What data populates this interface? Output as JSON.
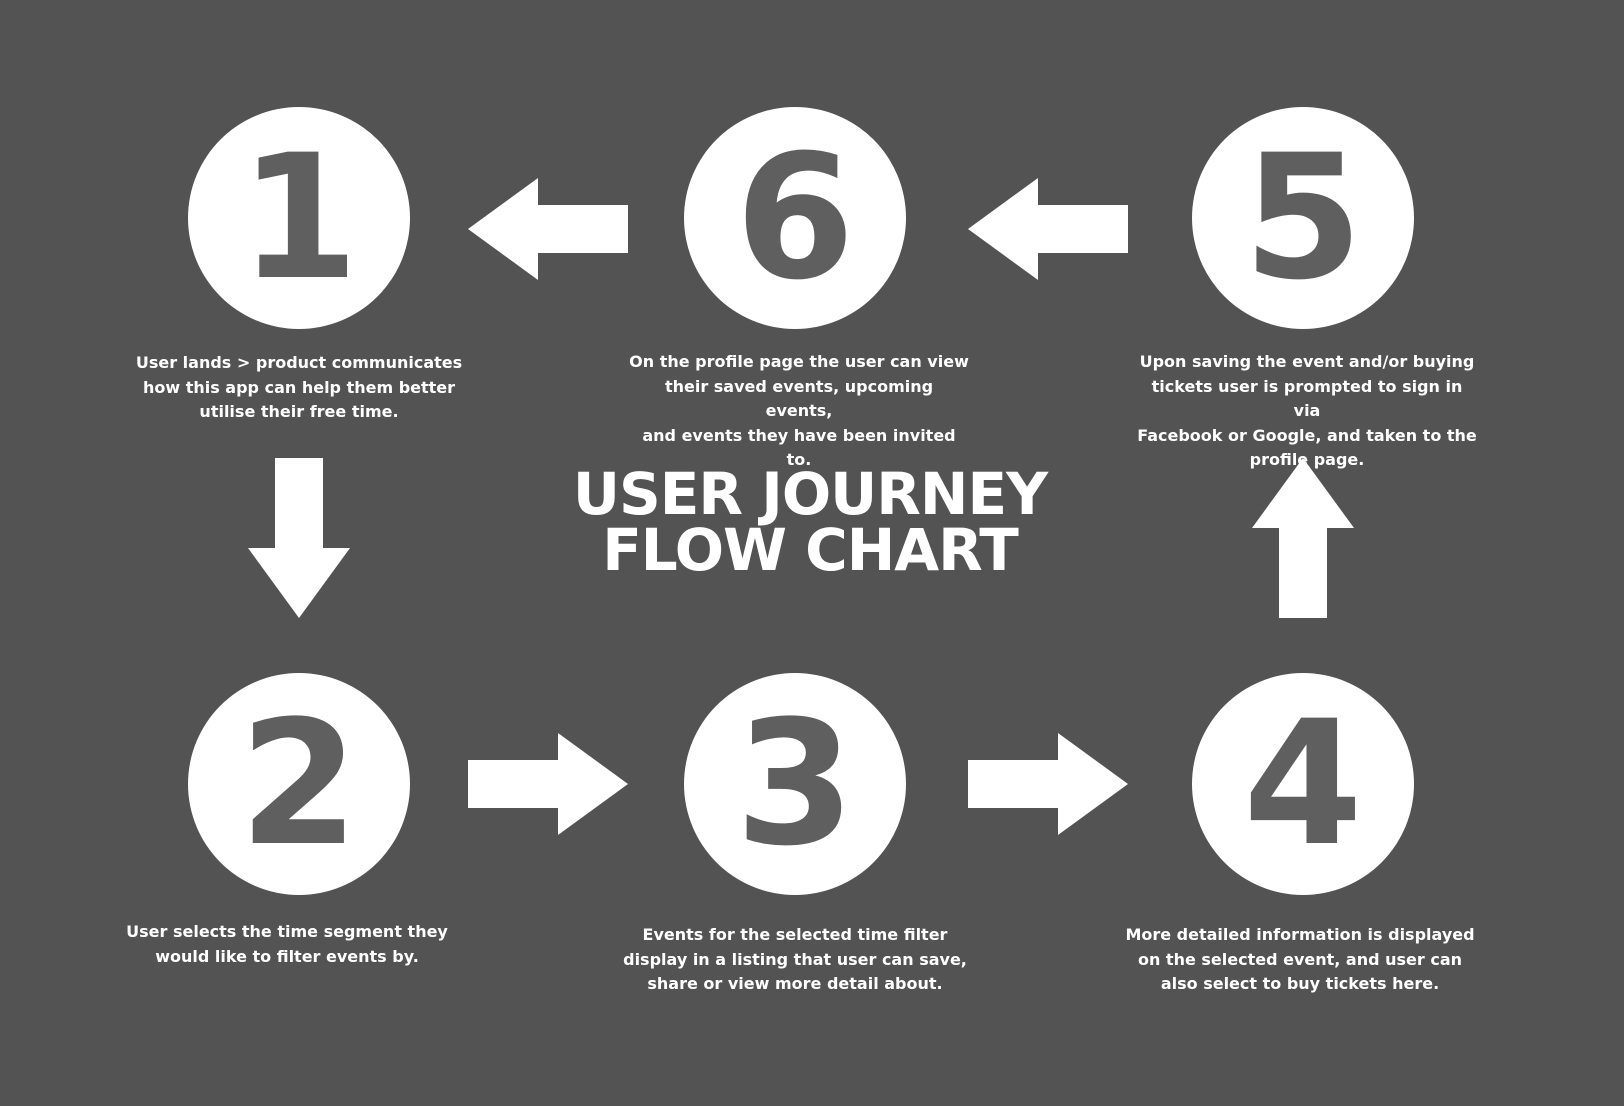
{
  "title": {
    "line1": "USER JOURNEY",
    "line2": "FLOW CHART"
  },
  "steps": [
    {
      "number": "1",
      "description": "User lands > product communicates\nhow this app can help them  better\nutilise their free time."
    },
    {
      "number": "2",
      "description": "User selects the time segment they\nwould like to filter events by."
    },
    {
      "number": "3",
      "description": "Events for the selected time filter\ndisplay in a listing that user can save,\nshare or view more detail about."
    },
    {
      "number": "4",
      "description": "More detailed information is displayed\non the selected event, and user can\nalso select to buy tickets here."
    },
    {
      "number": "5",
      "description": "Upon saving the event and/or buying\ntickets user is prompted to sign in via\nFacebook or Google, and taken to the\nprofile page."
    },
    {
      "number": "6",
      "description": "On the profile page the user can view\ntheir saved events, upcoming events,\nand events they have been invited to."
    }
  ],
  "colors": {
    "background": "#535353",
    "circle": "#ffffff",
    "number": "#5f5f5f",
    "text": "#ffffff"
  },
  "icons": [
    "arrow-left-icon",
    "arrow-down-icon",
    "arrow-right-icon",
    "arrow-up-icon"
  ]
}
